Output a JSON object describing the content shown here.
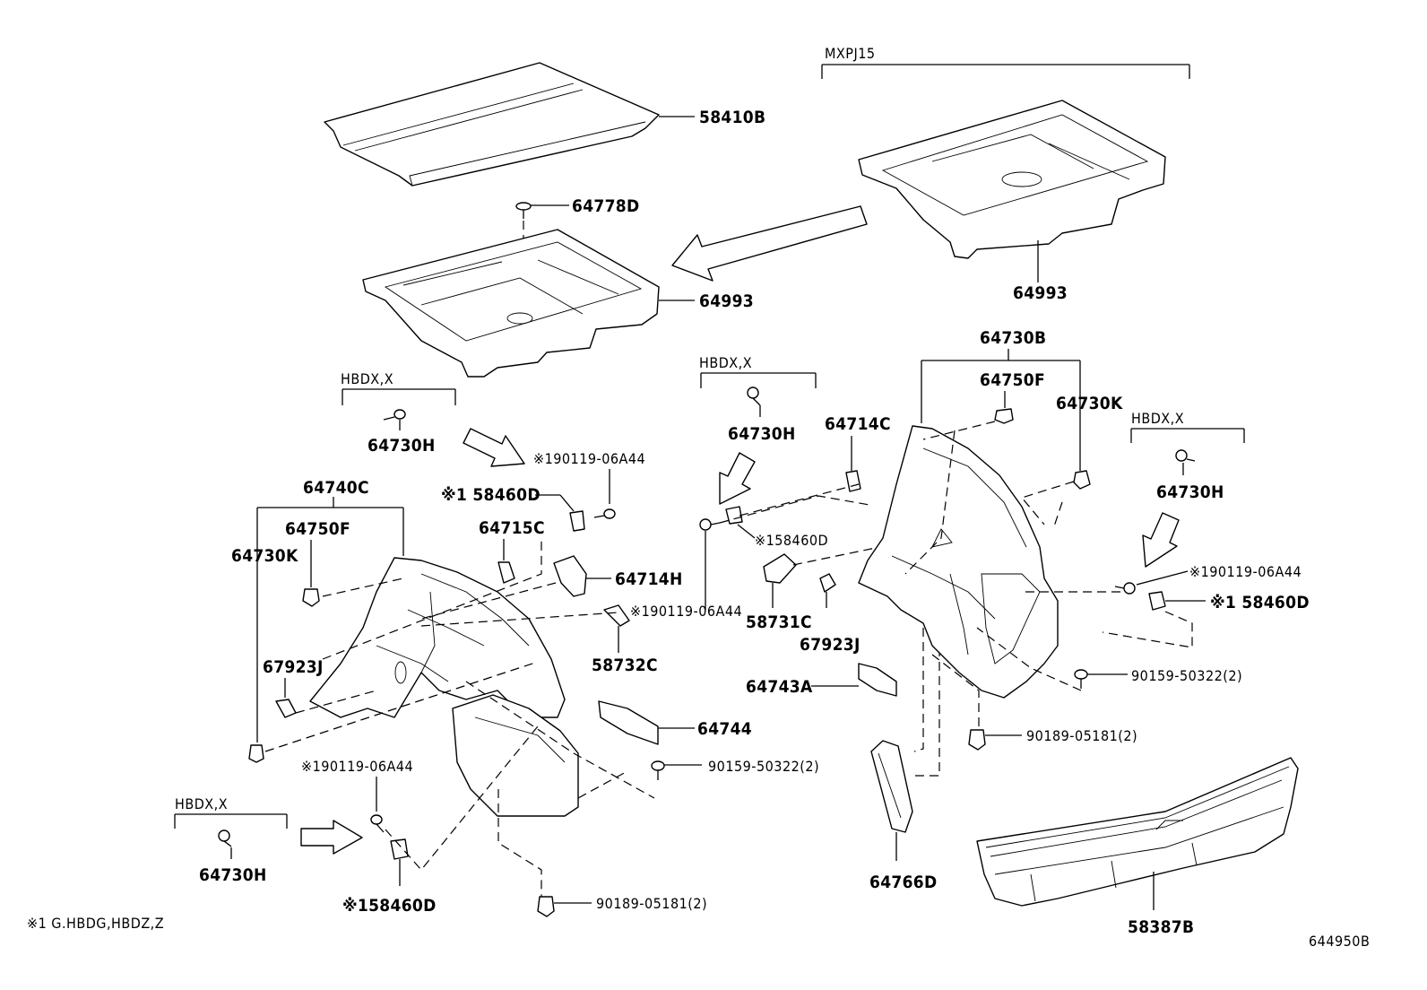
{
  "diagram_id": "644950B",
  "footnote": "※1 G.HBDG,HBDZ,Z",
  "brackets": {
    "mxpj15": "MXPJ15",
    "hbdx_1": "HBDX,X",
    "hbdx_2": "HBDX,X",
    "hbdx_3": "HBDX,X",
    "hbdx_4": "HBDX,X"
  },
  "callouts": {
    "p58410B": "58410B",
    "p64778D": "64778D",
    "p64993_main": "64993",
    "p64993_alt": "64993",
    "p64730H_1": "64730H",
    "p64730H_2": "64730H",
    "p64730H_3": "64730H",
    "p64730H_4": "64730H",
    "p190119_1": "※190119-06A44",
    "p190119_2": "※190119-06A44",
    "p190119_3": "※190119-06A44",
    "p190119_4": "※190119-06A44",
    "p58460D_1": "※1 58460D",
    "p58460D_2": "※158460D",
    "p58460D_3": "※1 58460D",
    "p58460D_4": "※158460D",
    "p64740C": "64740C",
    "p64750F_1": "64750F",
    "p64750F_2": "64750F",
    "p64730K_1": "64730K",
    "p64730K_2": "64730K",
    "p64715C": "64715C",
    "p64714H": "64714H",
    "p58732C": "58732C",
    "p67923J_1": "67923J",
    "p67923J_2": "67923J",
    "p64744": "64744",
    "p90159_1": "90159-50322(2)",
    "p90159_2": "90159-50322(2)",
    "p90189_1": "90189-05181(2)",
    "p90189_2": "90189-05181(2)",
    "p64730B": "64730B",
    "p64714C": "64714C",
    "p58731C": "58731C",
    "p64743A": "64743A",
    "p64766D": "64766D",
    "p58387B": "58387B"
  },
  "icons": [
    "direction-arrow-icon",
    "clip-icon",
    "bolt-icon",
    "screw-icon"
  ]
}
